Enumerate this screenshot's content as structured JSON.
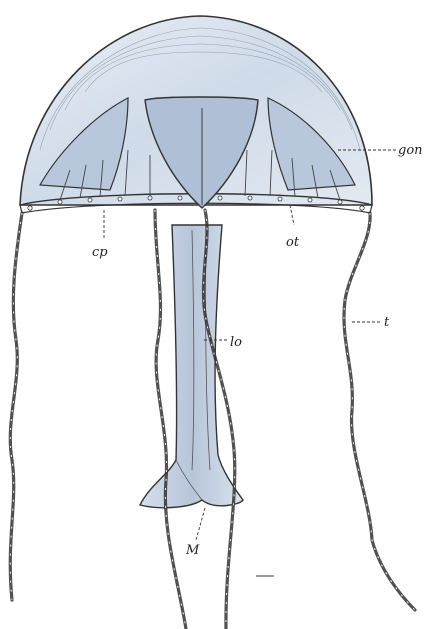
{
  "labels": {
    "gon": "gon",
    "ot": "ot",
    "cp": "cp",
    "lo": "lo",
    "t": "t",
    "M": "M"
  },
  "colors": {
    "ink": "#333333",
    "bell_tint": "#c9d6e6",
    "gonad_tint": "#b9c7dc",
    "manubrium_tint": "#c4cfe0",
    "background": "#ffffff"
  }
}
